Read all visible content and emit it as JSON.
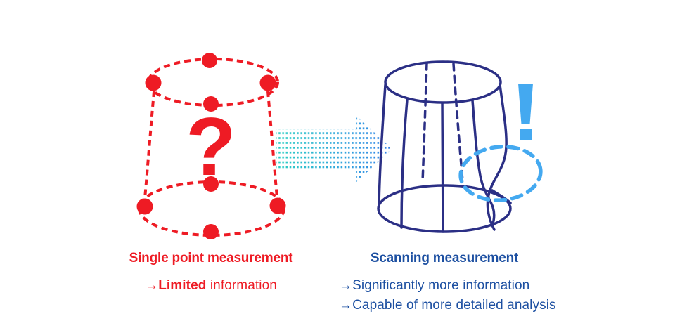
{
  "figure": {
    "background": "#ffffff"
  },
  "colors": {
    "red": "#ee1b24",
    "navy": "#2b2f85",
    "light_blue": "#44a9f0",
    "text_blue": "#1c4fa1",
    "arrow_gradient_start": "#28cfc2",
    "arrow_gradient_mid": "#2fa9da",
    "arrow_gradient_end": "#2f80e8"
  },
  "left_figure": {
    "label": "Single point measurement",
    "note": {
      "arrow": "→",
      "bold": "Limited",
      "rest": " information"
    },
    "symbol": "?"
  },
  "right_figure": {
    "label": "Scanning measurement",
    "notes": [
      "→Significantly more information",
      "→Capable of more detailed analysis"
    ],
    "symbol": "!"
  },
  "icons": {
    "question-mark-icon": "?",
    "exclamation-icon": "!",
    "scan-arrow-icon": "→"
  }
}
